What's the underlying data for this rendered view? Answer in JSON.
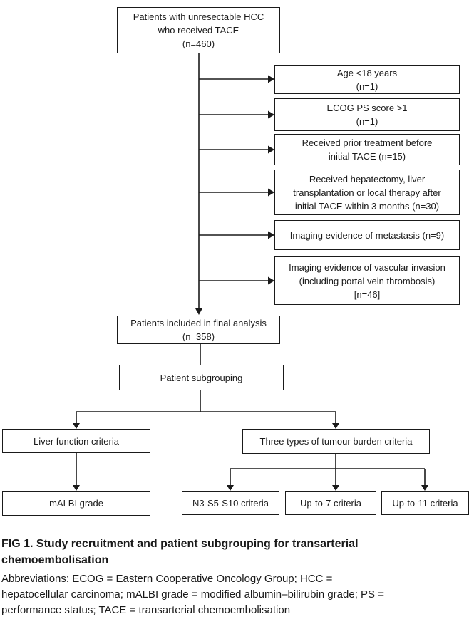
{
  "figure": {
    "nodes": {
      "source": "Patients with unresectable HCC\nwho received TACE\n(n=460)",
      "exclusion_age": "Age <18 years\n(n=1)",
      "exclusion_ecog": "ECOG PS score >1\n(n=1)",
      "exclusion_prior_treatment": "Received prior treatment before\ninitial TACE (n=15)",
      "exclusion_hepatectomy": "Received hepatectomy, liver\ntransplantation or local therapy after\ninitial TACE within 3 months (n=30)",
      "exclusion_metastasis": "Imaging evidence of metastasis (n=9)",
      "exclusion_vascular": "Imaging evidence of vascular invasion\n(including portal vein thrombosis)\n[n=46]",
      "final_analysis": "Patients included in final analysis\n(n=358)",
      "subgrouping": "Patient subgrouping",
      "liver_function": "Liver function criteria",
      "malbi": "mALBI grade",
      "tumour_burden": "Three types of tumour burden criteria",
      "n3s5s10": "N3-S5-S10 criteria",
      "upto7": "Up-to-7 criteria",
      "upto11": "Up-to-11 criteria"
    },
    "caption": {
      "title": "FIG 1. Study recruitment and patient subgrouping for transarterial\nchemoembolisation",
      "abbreviations": "Abbreviations: ECOG = Eastern Cooperative Oncology Group; HCC =\nhepatocellular carcinoma; mALBI grade = modified albumin–bilirubin grade; PS =\nperformance status; TACE = transarterial chemoembolisation"
    },
    "colors": {
      "line": "#1a1a1a",
      "background": "#ffffff",
      "text": "#1a1a1a"
    }
  }
}
